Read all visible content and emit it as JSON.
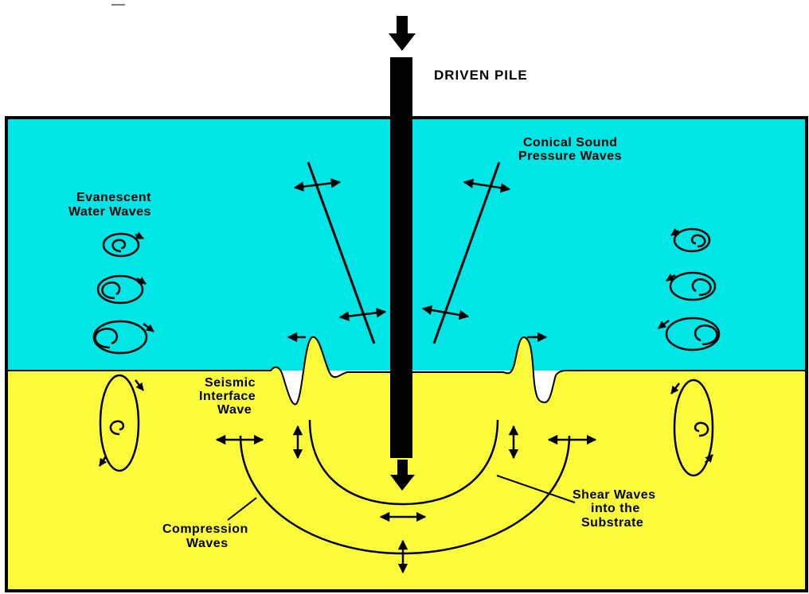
{
  "colors": {
    "water": "#00e5e5",
    "substrate": "#fbfb3b",
    "ink": "#000000"
  },
  "labels": {
    "driven_pile": "DRIVEN PILE",
    "conical_line1": "Conical Sound",
    "conical_line2": "Pressure Waves",
    "evanescent_line1": "Evanescent",
    "evanescent_line2": "Water Waves",
    "seismic_line1": "Seismic",
    "seismic_line2": "Interface",
    "seismic_line3": "Wave",
    "shear_line1": "Shear Waves",
    "shear_line2": "into the",
    "shear_line3": "Substrate",
    "compression_line1": "Compression",
    "compression_line2": "Waves"
  }
}
